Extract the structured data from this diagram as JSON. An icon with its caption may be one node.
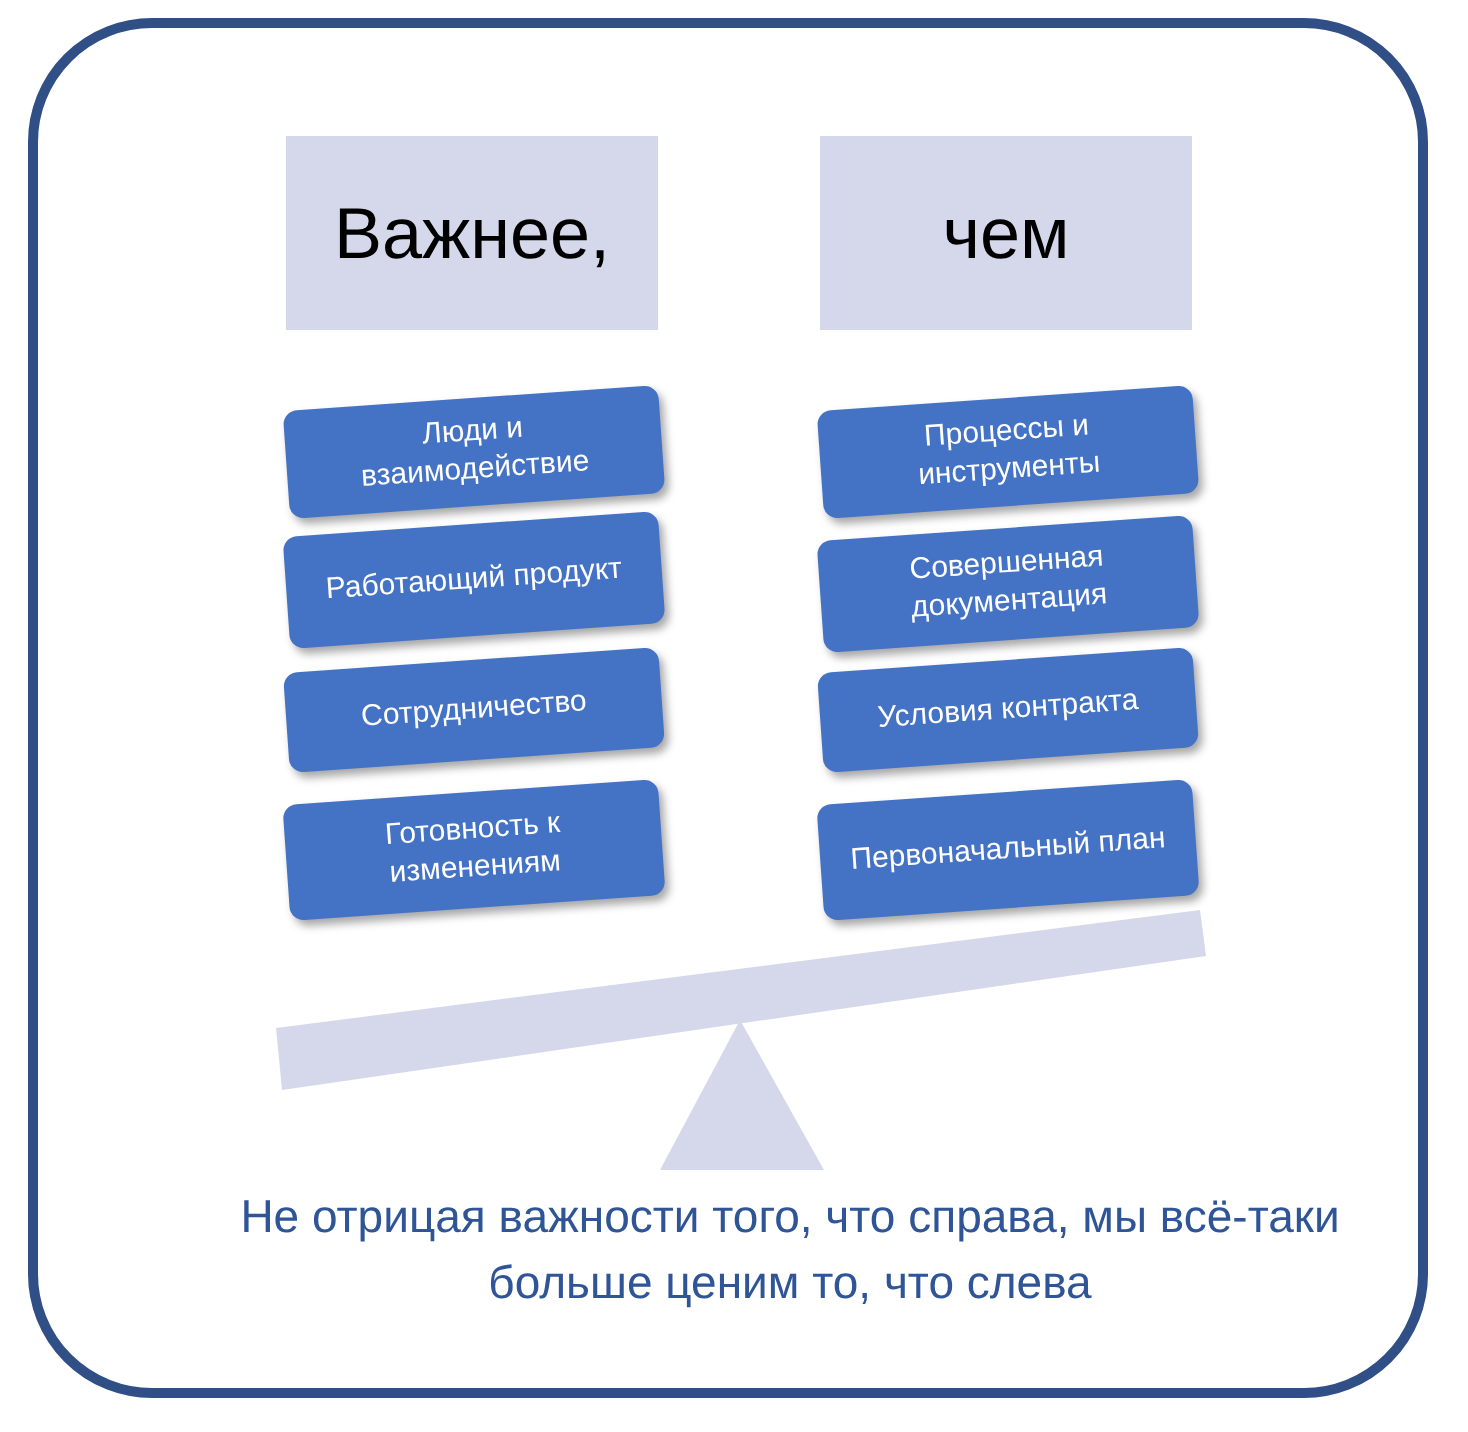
{
  "diagram": {
    "caption": "Не отрицая важности того, что справа, мы всё-таки больше ценим то, что слева",
    "nodes": [
      {
        "text": [
          "Важнее,"
        ]
      },
      {
        "text": [
          "чем"
        ]
      },
      {
        "text": [
          "Люди и взаимодействие"
        ]
      },
      {
        "text": [
          "Работающий продукт"
        ]
      },
      {
        "text": [
          "Сотрудничество"
        ]
      },
      {
        "text": [
          "Готовность к изменениям"
        ]
      },
      {
        "text": [
          "Процессы и инструменты"
        ]
      },
      {
        "text": [
          "Совершенная документация"
        ]
      },
      {
        "text": [
          "Условия контракта"
        ]
      },
      {
        "text": [
          "Первоначальный план"
        ]
      }
    ]
  }
}
